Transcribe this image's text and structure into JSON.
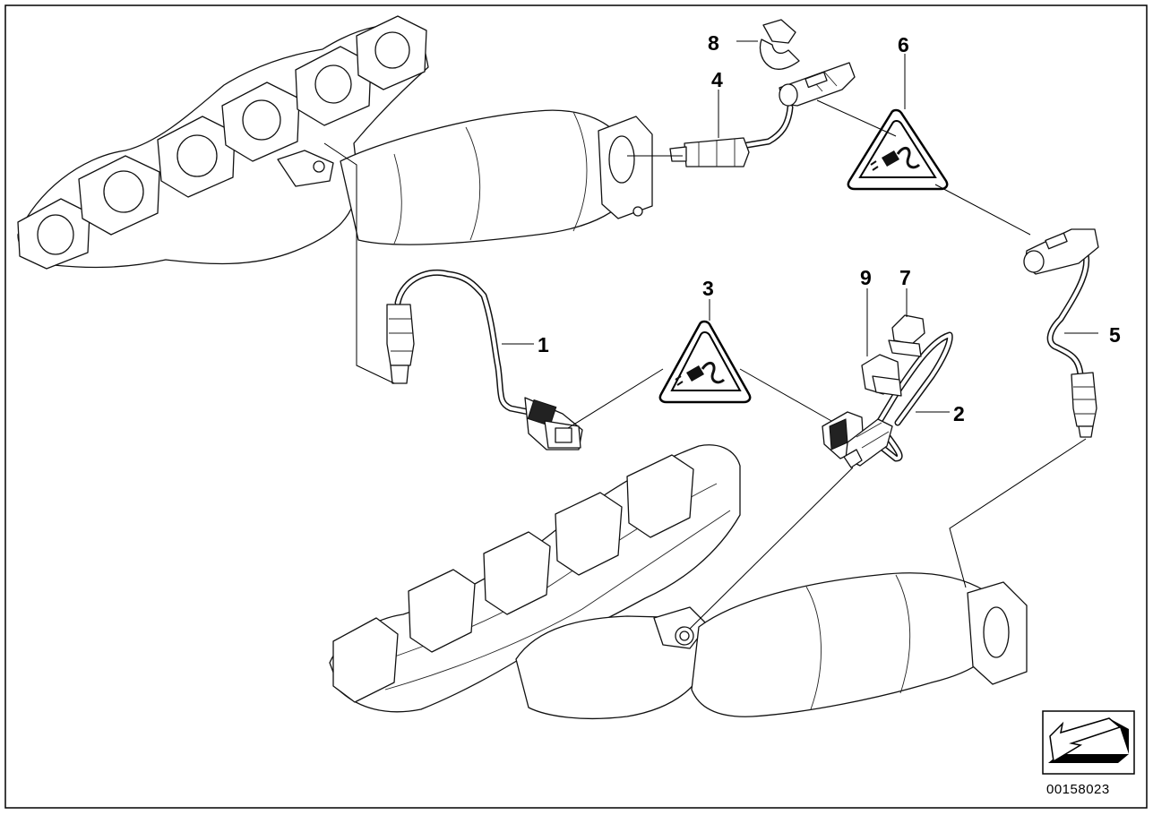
{
  "callouts": {
    "c1": "1",
    "c2": "2",
    "c3": "3",
    "c4": "4",
    "c5": "5",
    "c6": "6",
    "c7": "7",
    "c8": "8",
    "c9": "9"
  },
  "catalog_number": "00158023",
  "icons": {
    "warning_triangle": "connector-warning-triangle-icon",
    "orientation_arrow": "orientation-arrow-icon"
  }
}
